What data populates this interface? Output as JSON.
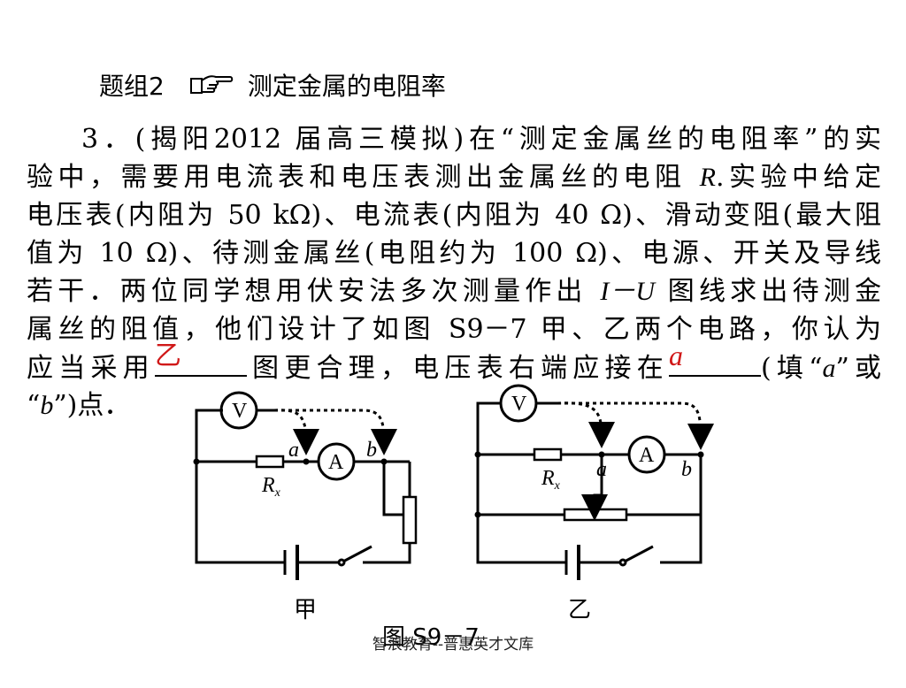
{
  "header": {
    "label": "题组2",
    "icon": "pointing-hand-icon",
    "title": "测定金属的电阻率"
  },
  "problem": {
    "lines": [
      "3．(揭阳2012  届高三模拟)在“测定金属丝的电阻率”的实",
      "验中，需要用电流表和电压表测出金属丝的电阻  ",
      "电压表(内阻为 50 kΩ)、电流表(内阻为 40 Ω)、滑动变阻(最大阻",
      "值为  10  Ω)、待测金属丝(电阻约为  100  Ω)、电源、开关及导线",
      "若干．两位同学想用伏安法多次测量作出  ",
      "属丝的阻值，他们设计了如图  S9－7  甲、乙两个电路，你认为",
      "应当采用",
      "“"
    ],
    "line2_var": "R",
    "line2_tail": ".实验中给定",
    "line5_var": "I－U",
    "line5_tail": "  图线求出待测金",
    "line7_mid": "图更合理，电压表右端应接在",
    "line7_tail_a": "(填“",
    "line7_tail_var": "a",
    "line7_tail_b": "”或",
    "line8_var": "b",
    "line8_tail": "”)点．",
    "answer1": "乙",
    "answer2": "a"
  },
  "figure": {
    "circuit_left": {
      "name": "甲",
      "voltmeter": "V",
      "ammeter": "A",
      "point_a": "a",
      "point_b": "b",
      "resistor": "R",
      "resistor_sub": "x"
    },
    "circuit_right": {
      "name": "乙",
      "voltmeter": "V",
      "ammeter": "A",
      "point_a": "a",
      "point_b": "b",
      "resistor": "R",
      "resistor_sub": "x"
    },
    "caption": "图 S9－7"
  },
  "footer": "智浪教育--普惠英才文库"
}
